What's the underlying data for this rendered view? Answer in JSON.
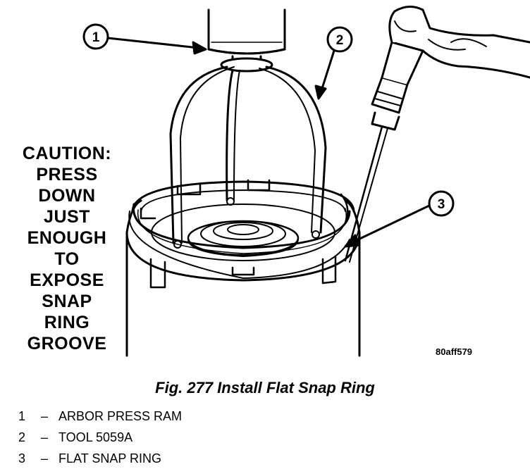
{
  "figure": {
    "caption": "Fig. 277 Install Flat Snap Ring",
    "figure_id": "80aff579"
  },
  "caution_lines": [
    "CAUTION:",
    "PRESS",
    "DOWN",
    "JUST",
    "ENOUGH",
    "TO",
    "EXPOSE",
    "SNAP",
    "RING",
    "GROOVE"
  ],
  "callouts": [
    "1",
    "2",
    "3"
  ],
  "legend": [
    {
      "number": "1",
      "dash": "–",
      "label": "ARBOR PRESS RAM"
    },
    {
      "number": "2",
      "dash": "–",
      "label": "TOOL 5059A"
    },
    {
      "number": "3",
      "dash": "–",
      "label": "FLAT SNAP RING"
    }
  ]
}
